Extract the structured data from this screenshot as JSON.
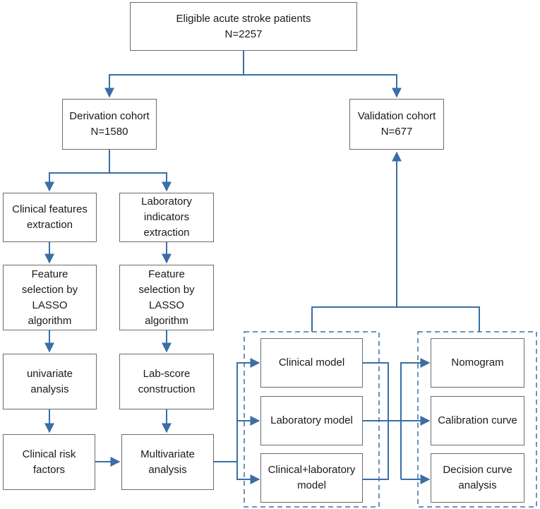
{
  "colors": {
    "connector": "#3a6ea5",
    "box_border": "#6b6b6b",
    "dashed_group": "#3a6ea5",
    "text": "#1a1a1a",
    "background": "#ffffff"
  },
  "nodes": {
    "eligible": "Eligible acute stroke patients\nN=2257",
    "derivation": "Derivation cohort\nN=1580",
    "validation": "Validation cohort\nN=677",
    "clinical_features": "Clinical features\nextraction",
    "lab_indicators": "Laboratory\nindicators\nextraction",
    "feature_sel_clin": "Feature\nselection by\nLASSO\nalgorithm",
    "feature_sel_lab": "Feature\nselection by\nLASSO\nalgorithm",
    "univariate": "univariate\nanalysis",
    "lab_score": "Lab-score\nconstruction",
    "clin_risk": "Clinical risk\nfactors",
    "multivariate": "Multivariate\nanalysis",
    "clinical_model": "Clinical model",
    "laboratory_model": "Laboratory model",
    "combined_model": "Clinical+laboratory\nmodel",
    "nomogram": "Nomogram",
    "calibration": "Calibration curve",
    "decision_curve": "Decision curve\nanalysis"
  }
}
